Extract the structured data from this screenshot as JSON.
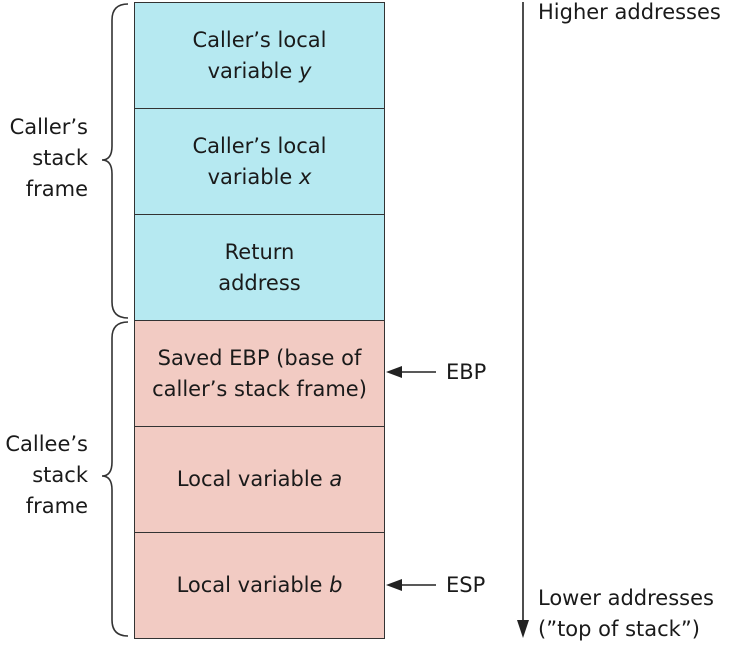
{
  "stack_cells": [
    {
      "line1": "Caller’s local",
      "line2_prefix": "variable ",
      "line2_var": "y",
      "line2_suffix": "",
      "frame": "caller"
    },
    {
      "line1": "Caller’s local",
      "line2_prefix": "variable ",
      "line2_var": "x",
      "line2_suffix": "",
      "frame": "caller"
    },
    {
      "line1": "Return",
      "line2_prefix": "address",
      "line2_var": "",
      "line2_suffix": "",
      "frame": "caller"
    },
    {
      "line1": "Saved EBP (base of",
      "line2_prefix": "caller’s stack frame)",
      "line2_var": "",
      "line2_suffix": "",
      "frame": "callee"
    },
    {
      "line1": "Local variable ",
      "line1_var": "a",
      "frame": "callee"
    },
    {
      "line1": "Local variable ",
      "line1_var": "b",
      "frame": "callee"
    }
  ],
  "frames": {
    "caller": {
      "line1": "Caller’s",
      "line2": "stack",
      "line3": "frame"
    },
    "callee": {
      "line1": "Callee’s",
      "line2": "stack",
      "line3": "frame"
    }
  },
  "pointers": {
    "ebp": "EBP",
    "esp": "ESP"
  },
  "address_axis": {
    "top_label": "Higher addresses",
    "bottom_line1": "Lower addresses",
    "bottom_line2": "(”top of stack”)"
  },
  "colors": {
    "caller_fill": "#b6e9f1",
    "callee_fill": "#f2cbc3",
    "stroke": "#333333"
  }
}
